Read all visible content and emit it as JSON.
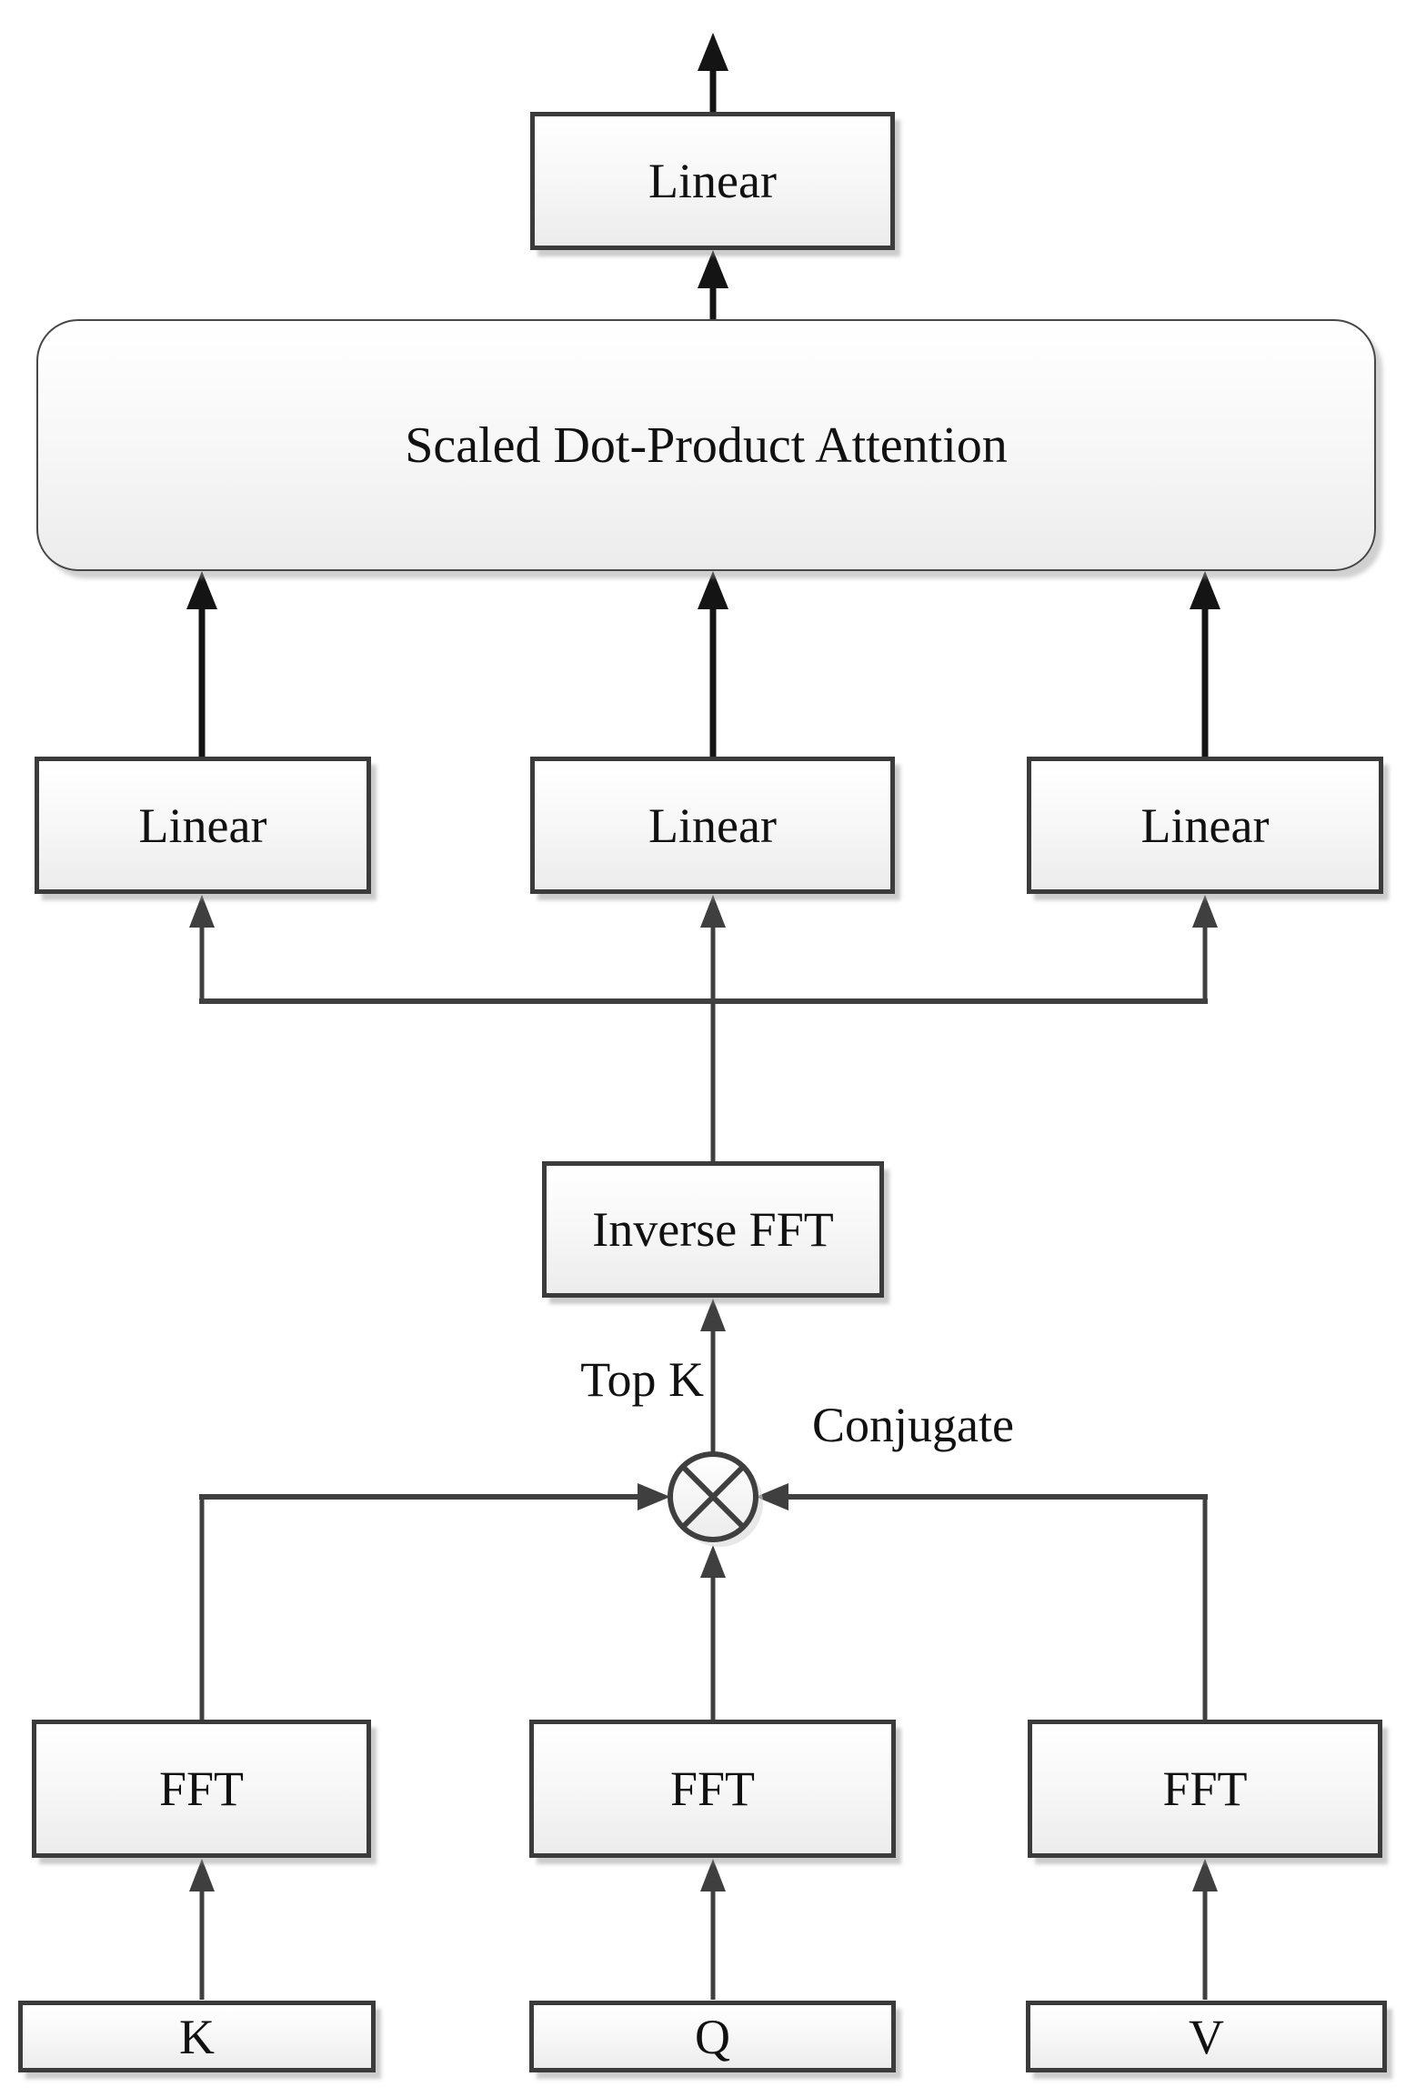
{
  "diagram": {
    "colors": {
      "background": "#ffffff",
      "box_border": "#3b3b3b",
      "box_fill_top": "#ffffff",
      "box_fill_bottom": "#ececec",
      "connector_black": "#141414",
      "connector_gray": "#3f3f3f",
      "text": "#111111"
    },
    "nodes": {
      "output_linear": {
        "label": "Linear"
      },
      "attention": {
        "label": "Scaled Dot-Product Attention"
      },
      "linear_left": {
        "label": "Linear"
      },
      "linear_center": {
        "label": "Linear"
      },
      "linear_right": {
        "label": "Linear"
      },
      "inverse_fft": {
        "label": "Inverse FFT"
      },
      "multiply": {
        "icon": "circled-times",
        "symbol": "⊗"
      },
      "fft_left": {
        "label": "FFT"
      },
      "fft_center": {
        "label": "FFT"
      },
      "fft_right": {
        "label": "FFT"
      },
      "input_k": {
        "label": "K"
      },
      "input_q": {
        "label": "Q"
      },
      "input_v": {
        "label": "V"
      }
    },
    "annotations": {
      "top_k": "Top K",
      "conjugate": "Conjugate"
    }
  }
}
